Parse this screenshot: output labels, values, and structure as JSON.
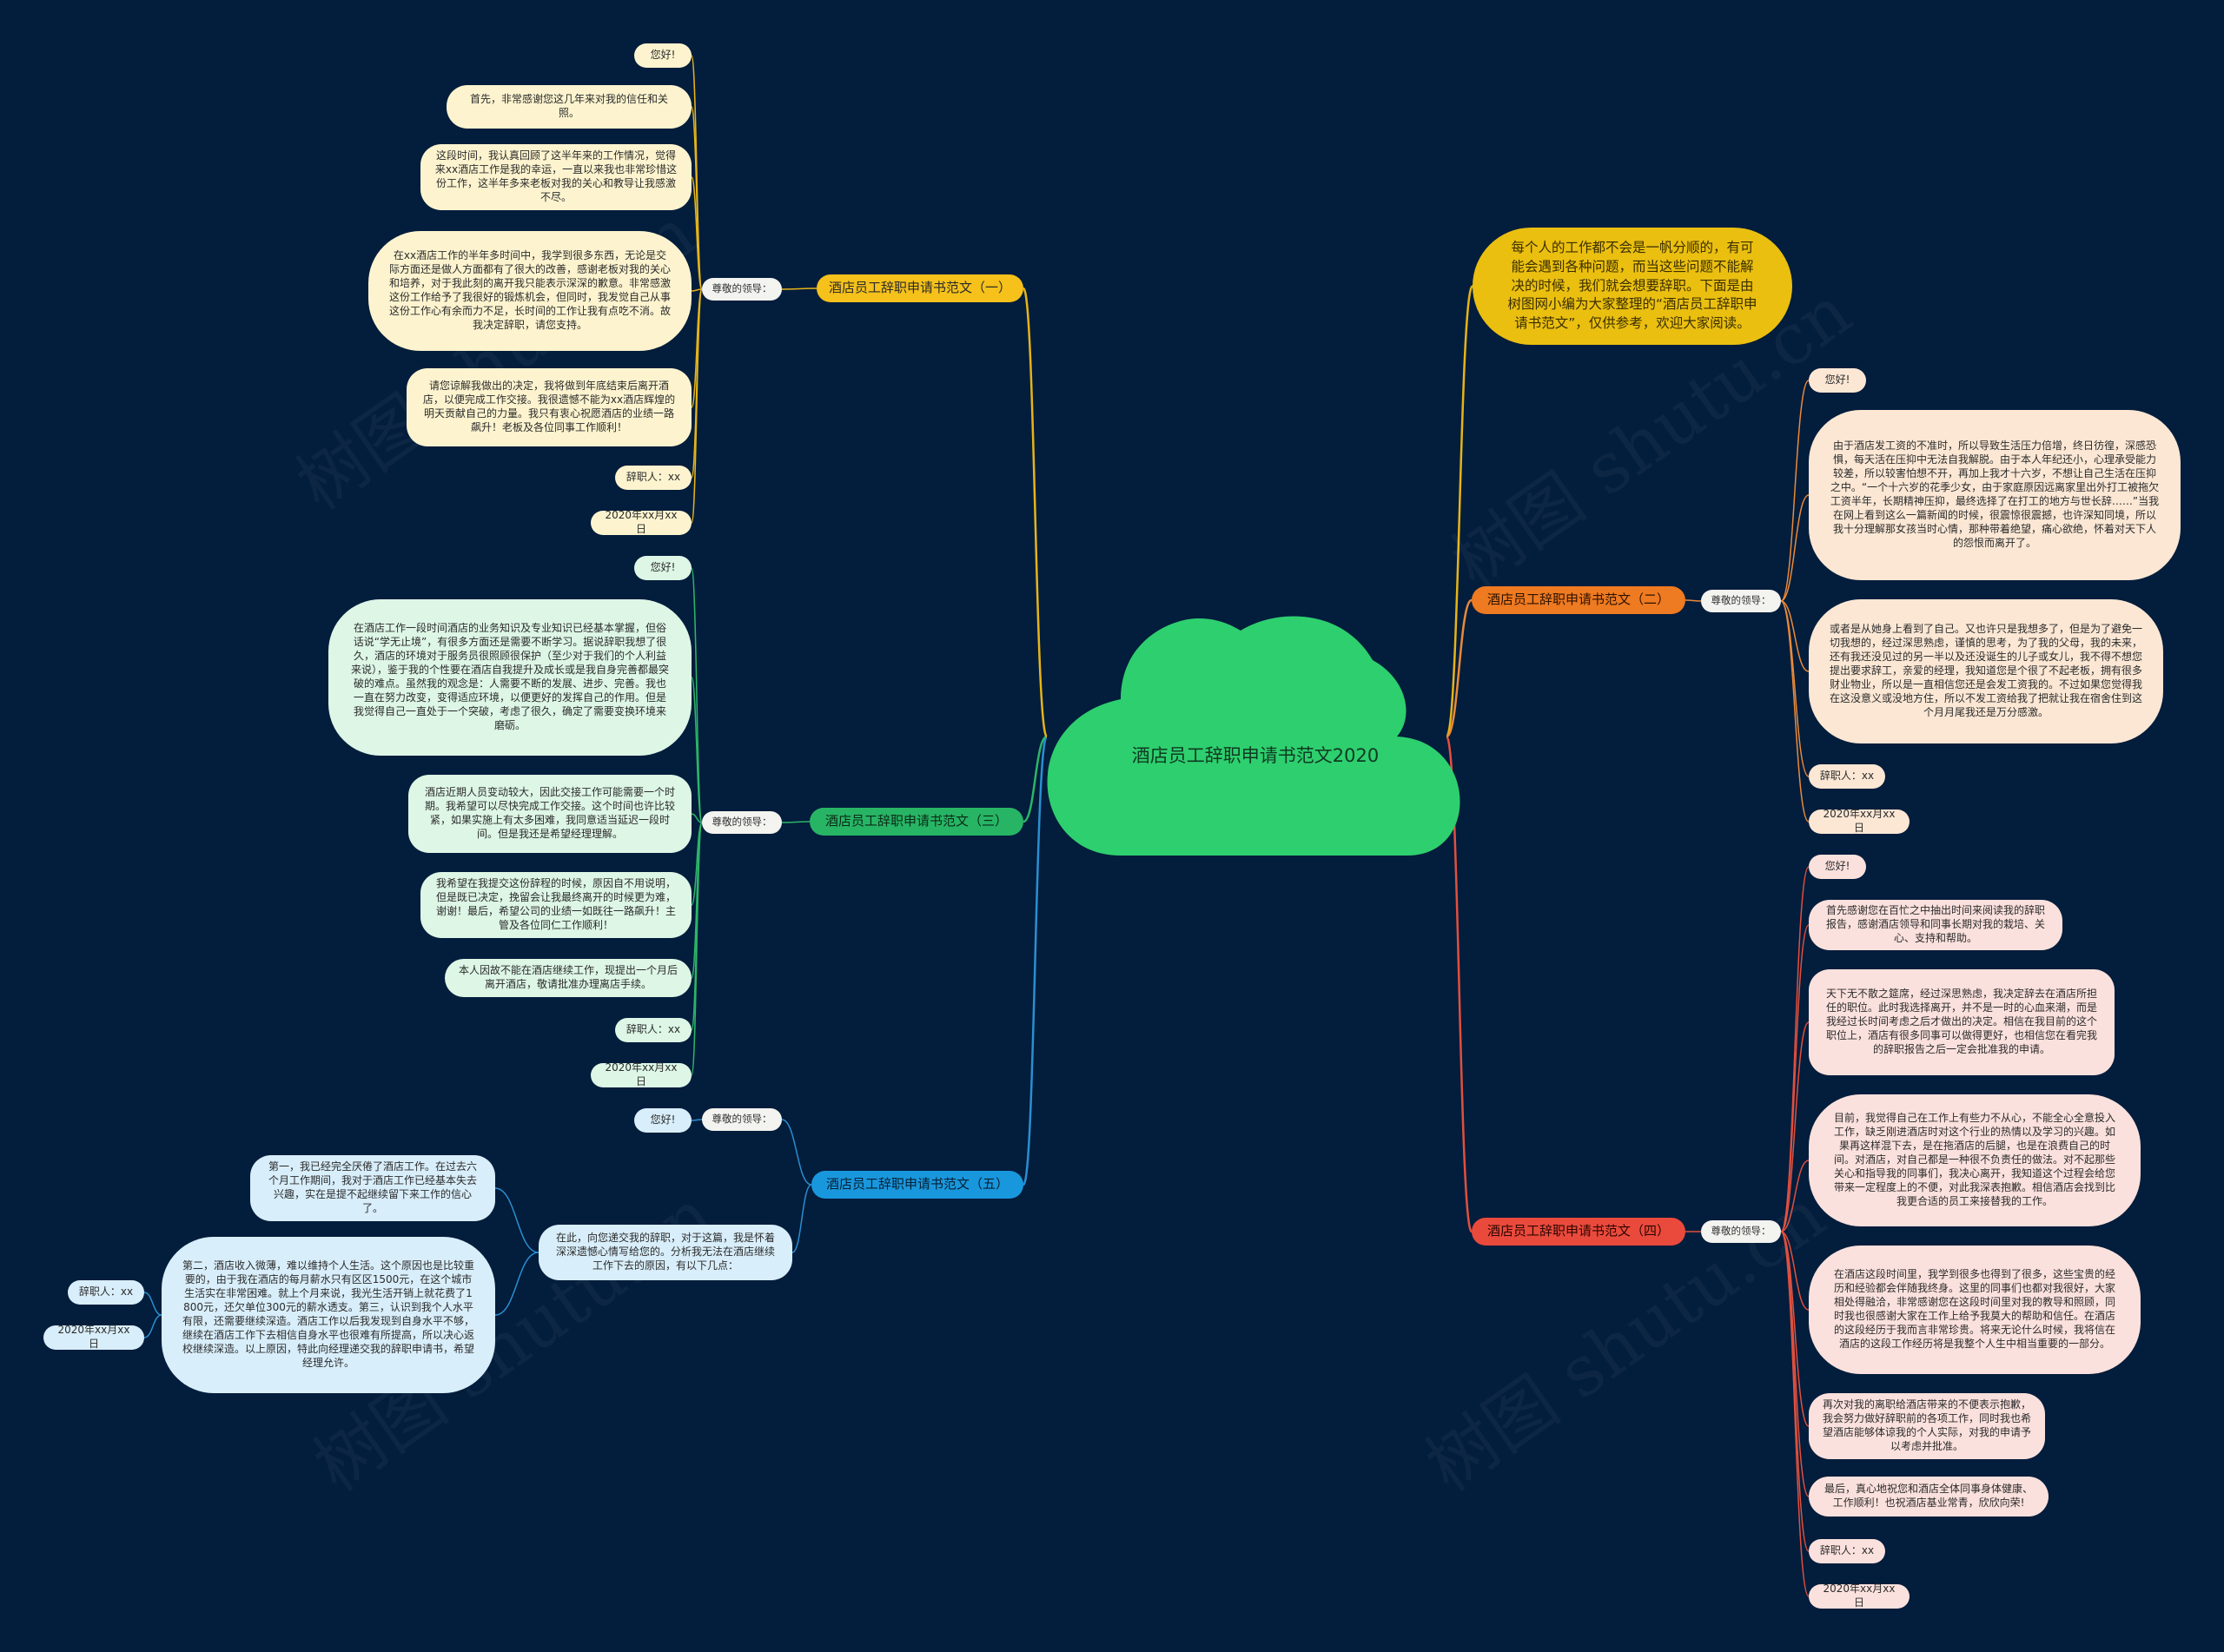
{
  "center": {
    "title": "酒店员工辞职申请书范文2020"
  },
  "intro": "每个人的工作都不会是一帆分顺的，有可能会遇到各种问题，而当这些问题不能解决的时候，我们就会想要辞职。下面是由树图网小编为大家整理的“酒店员工辞职申请书范文”，仅供参考，欢迎大家阅读。",
  "watermark": "树图 shutu.cn",
  "branches": [
    {
      "title": "酒店员工辞职申请书范文（一）",
      "salutation": "尊敬的领导：",
      "items": [
        "您好!",
        "首先，非常感谢您这几年来对我的信任和关照。",
        "这段时间，我认真回顾了这半年来的工作情况，觉得来xx酒店工作是我的幸运，一直以来我也非常珍惜这份工作，这半年多来老板对我的关心和教导让我感激不尽。",
        "在xx酒店工作的半年多时间中，我学到很多东西，无论是交际方面还是做人方面都有了很大的改善，感谢老板对我的关心和培养，对于我此刻的离开我只能表示深深的歉意。非常感激这份工作给予了我很好的锻炼机会，但同时，我发觉自己从事这份工作心有余而力不足，长时间的工作让我有点吃不消。故我决定辞职，请您支持。",
        "请您谅解我做出的决定，我将做到年底结束后离开酒店，以便完成工作交接。我很遗憾不能为xx酒店辉煌的明天贡献自己的力量。我只有衷心祝愿酒店的业绩一路飙升！老板及各位同事工作顺利！",
        "辞职人：xx",
        "2020年xx月xx日"
      ]
    },
    {
      "title": "酒店员工辞职申请书范文（三）",
      "salutation": "尊敬的领导：",
      "items": [
        "您好!",
        "在酒店工作一段时间酒店的业务知识及专业知识已经基本掌握，但俗话说“学无止境”，有很多方面还是需要不断学习。据说辞职我想了很久，酒店的环境对于服务员很照顾很保护（至少对于我们的个人利益来说），鉴于我的个性要在酒店自我提升及成长或是我自身完善都最突破的难点。虽然我的观念是：人需要不断的发展、进步、完善。我也一直在努力改变，变得适应环境，以便更好的发挥自己的作用。但是我觉得自己一直处于一个突破，考虑了很久，确定了需要变换环境来磨砺。",
        "酒店近期人员变动较大，因此交接工作可能需要一个时期。我希望可以尽快完成工作交接。这个时间也许比较紧，如果实施上有太多困难，我同意适当延迟一段时间。但是我还是希望经理理解。",
        "我希望在我提交这份辞程的时候，原因自不用说明，但是既已决定，挽留会让我最终离开的时候更为难，谢谢！最后，希望公司的业绩一如既往一路飙升！主管及各位同仁工作顺利！",
        "本人因故不能在酒店继续工作，现提出一个月后离开酒店，敬请批准办理离店手续。",
        "辞职人：xx",
        "2020年xx月xx日"
      ]
    },
    {
      "title": "酒店员工辞职申请书范文（五）",
      "salutation": "尊敬的领导：",
      "greeting": "您好!",
      "body": "在此，向您递交我的辞职，对于这篇，我是怀着深深遗憾心情写给您的。分析我无法在酒店继续工作下去的原因，有以下几点：",
      "points": [
        "第一，我已经完全厌倦了酒店工作。在过去六个月工作期间，我对于酒店工作已经基本失去兴趣，实在是提不起继续留下来工作的信心了。",
        "第二，酒店收入微薄，难以维持个人生活。这个原因也是比较重要的，由于我在酒店的每月薪水只有区区1500元，在这个城市生活实在非常困难。就上个月来说，我光生活开销上就花费了1800元，还欠单位300元的薪水透支。第三，认识到我个人水平有限，还需要继续深造。酒店工作以后我发现到自身水平不够，继续在酒店工作下去相信自身水平也很难有所提高，所以决心返校继续深造。以上原因，特此向经理递交我的辞职申请书，希望经理允许。"
      ],
      "signer": "辞职人：xx",
      "date": "2020年xx月xx日"
    },
    {
      "title": "酒店员工辞职申请书范文（二）",
      "salutation": "尊敬的领导：",
      "items": [
        "您好!",
        "由于酒店发工资的不准时，所以导致生活压力倍增，终日彷徨，深感恐惧，每天活在压抑中无法自我解脱。由于本人年纪还小，心理承受能力较差，所以较害怕想不开，再加上我才十六岁，不想让自己生活在压抑之中。“一个十六岁的花季少女，由于家庭原因远离家里出外打工被拖欠工资半年，长期精神压抑，最终选择了在打工的地方与世长辞……”当我在网上看到这么一篇新闻的时候，很震惊很震撼，也许深知同境，所以我十分理解那女孩当时心情，那种带着绝望，痛心欲绝，怀着对天下人的怨恨而离开了。",
        "或者是从她身上看到了自己。又也许只是我想多了，但是为了避免一切我想的，经过深思熟虑，谨慎的思考，为了我的父母，我的未来，还有我还没见过的另一半以及还没诞生的儿子或女儿，我不得不想您提出要求辞工，亲爱的经理，我知道您是个很了不起老板，拥有很多财业物业，所以是一直相信您还是会发工资我的。不过如果您觉得我在这没意义或没地方住，所以不发工资给我了把就让我在宿舍住到这个月月尾我还是万分感激。",
        "辞职人：xx",
        "2020年xx月xx日"
      ]
    },
    {
      "title": "酒店员工辞职申请书范文（四）",
      "salutation": "尊敬的领导：",
      "items": [
        "您好!",
        "首先感谢您在百忙之中抽出时间来阅读我的辞职报告，感谢酒店领导和同事长期对我的栽培、关心、支持和帮助。",
        "天下无不散之筵席，经过深思熟虑，我决定辞去在酒店所担任的职位。此时我选择离开，并不是一时的心血来潮，而是我经过长时间考虑之后才做出的决定。相信在我目前的这个职位上，酒店有很多同事可以做得更好，也相信您在看完我的辞职报告之后一定会批准我的申请。",
        "目前，我觉得自己在工作上有些力不从心，不能全心全意投入工作，缺乏刚进酒店时对这个行业的热情以及学习的兴趣。如果再这样混下去，是在拖酒店的后腿，也是在浪费自己的时间。对酒店，对自己都是一种很不负责任的做法。对不起那些关心和指导我的同事们，我决心离开，我知道这个过程会给您带来一定程度上的不便，对此我深表抱歉。相信酒店会找到比我更合适的员工来接替我的工作。",
        "在酒店这段时间里，我学到很多也得到了很多，这些宝贵的经历和经验都会伴随我终身。这里的同事们也都对我很好，大家相处得融洽，非常感谢您在这段时间里对我的教导和照顾，同时我也很感谢大家在工作上给予我莫大的帮助和信任。在酒店的这段经历于我而言非常珍贵。将来无论什么时候，我将信在酒店的这段工作经历将是我整个人生中相当重要的一部分。",
        "再次对我的离职给酒店带来的不便表示抱歉，我会努力做好辞职前的各项工作，同时我也希望酒店能够体谅我的个人实际，对我的申请予以考虑并批准。",
        "最后，真心地祝您和酒店全体同事身体健康、工作顺利！也祝酒店基业常青，欣欣向荣!",
        "辞职人：xx",
        "2020年xx月xx日"
      ]
    }
  ]
}
